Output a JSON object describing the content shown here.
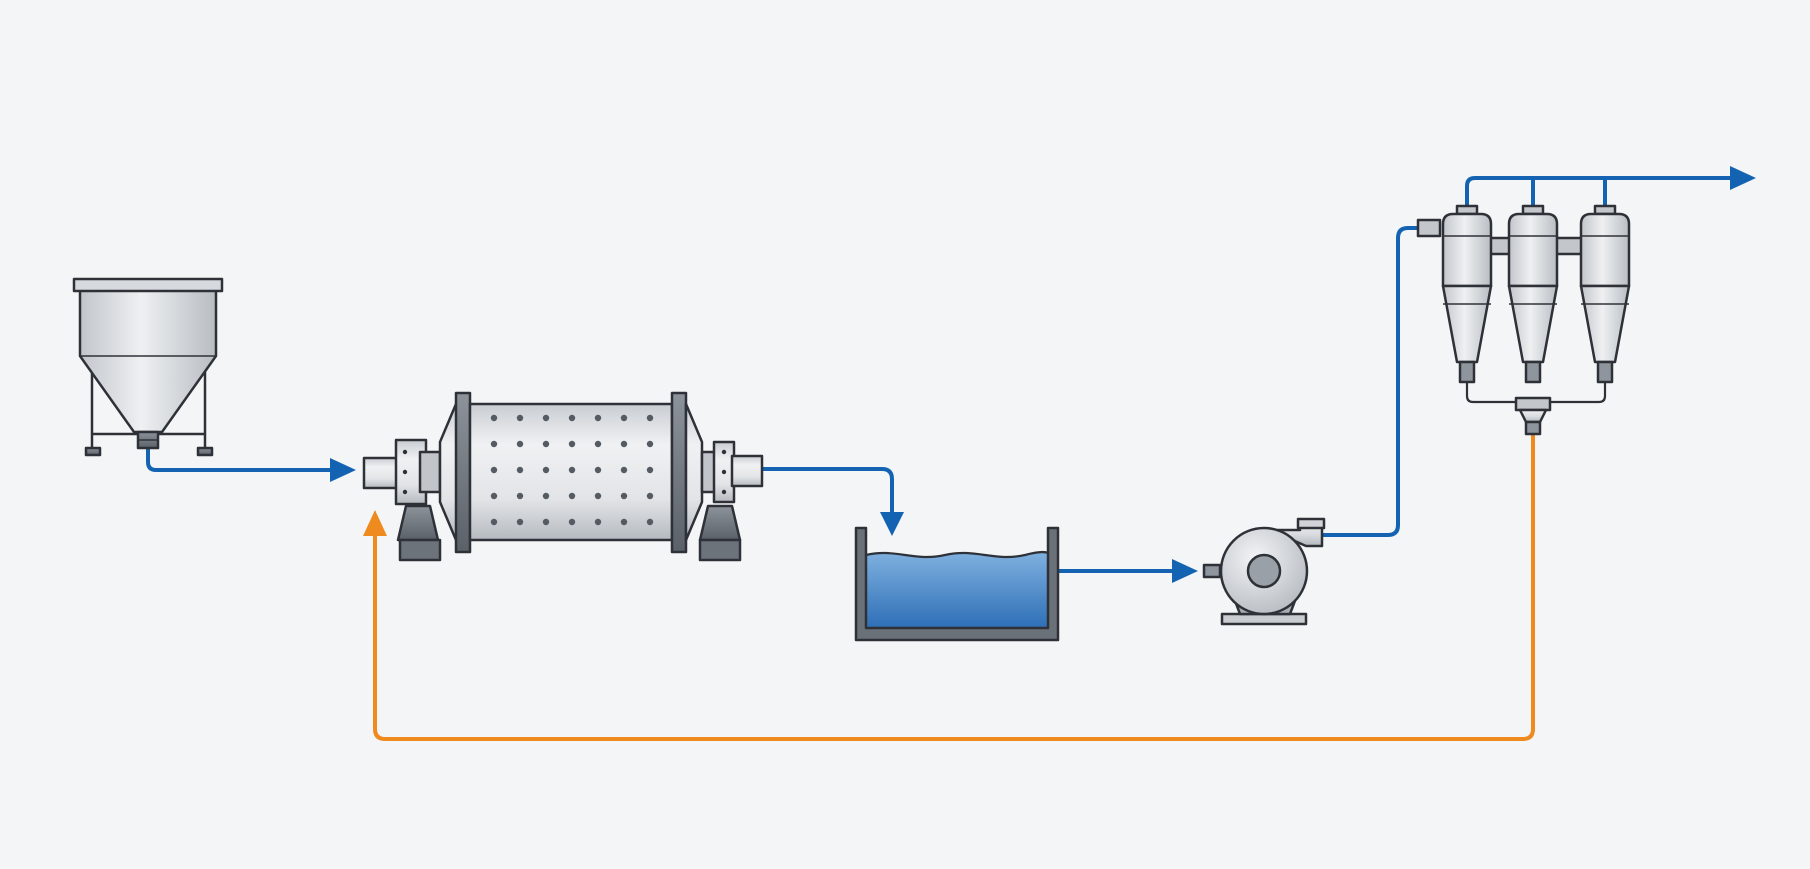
{
  "diagram": {
    "type": "process-flow",
    "equipment": [
      {
        "id": "feed-hopper",
        "icon": "hopper-icon"
      },
      {
        "id": "ball-mill",
        "icon": "ball-mill-icon"
      },
      {
        "id": "slurry-tank",
        "icon": "tank-icon"
      },
      {
        "id": "slurry-pump",
        "icon": "centrifugal-pump-icon"
      },
      {
        "id": "hydrocyclone-cluster",
        "icon": "hydrocyclone-icon",
        "count": 3
      }
    ],
    "streams": [
      {
        "from": "feed-hopper",
        "to": "ball-mill",
        "kind": "process"
      },
      {
        "from": "ball-mill",
        "to": "slurry-tank",
        "kind": "process"
      },
      {
        "from": "slurry-tank",
        "to": "slurry-pump",
        "kind": "process"
      },
      {
        "from": "slurry-pump",
        "to": "hydrocyclone-cluster",
        "kind": "process"
      },
      {
        "from": "hydrocyclone-cluster",
        "to": "product-out",
        "kind": "process"
      },
      {
        "from": "hydrocyclone-cluster",
        "to": "ball-mill",
        "kind": "recycle"
      }
    ],
    "colors": {
      "background": "#f4f5f6",
      "process_line": "#1463b3",
      "recycle_line": "#ef8a1e",
      "outline": "#2e3238",
      "metal_light": "#e6e8ea",
      "metal_dark": "#a7acb2",
      "liquid_top": "#6ba4d8",
      "liquid_bottom": "#2f72ba"
    }
  }
}
